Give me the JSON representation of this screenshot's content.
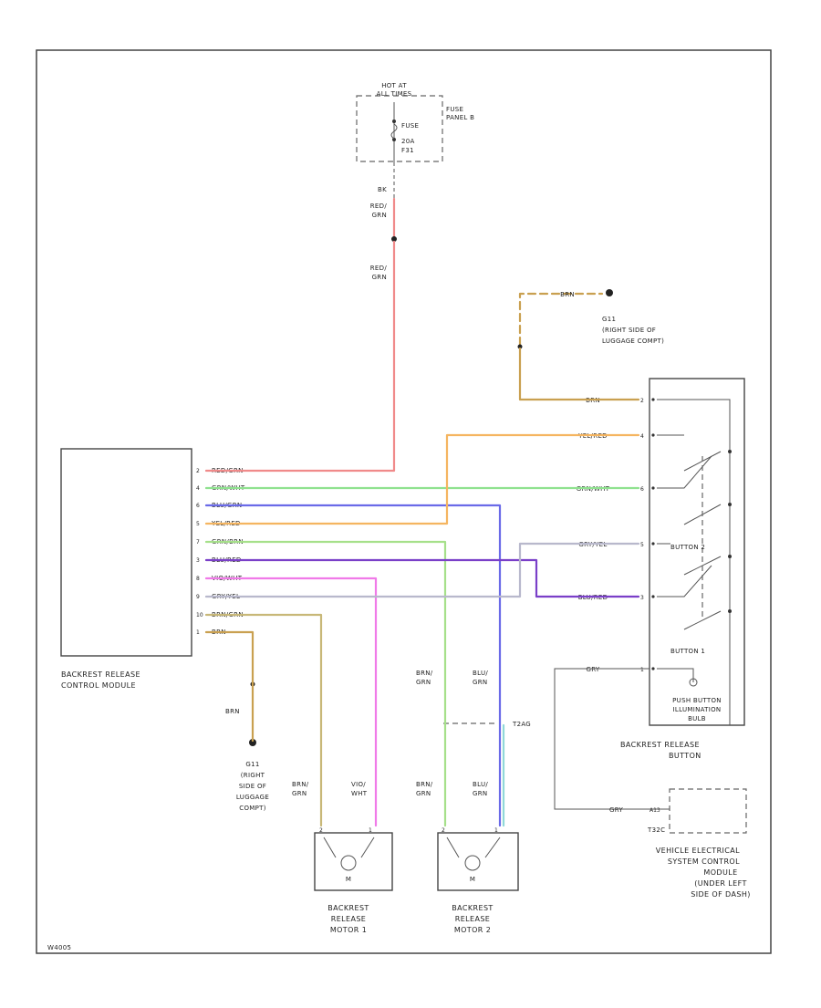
{
  "diagram": {
    "id": "W4005",
    "power": {
      "hot_label": [
        "HOT AT",
        "ALL TIMES"
      ],
      "fuse_label": [
        "FUSE",
        "20A",
        "F31"
      ],
      "fuse_panel": [
        "FUSE",
        "PANEL B"
      ],
      "wire_code_top": "BK",
      "wire1": [
        "RED/",
        "GRN"
      ],
      "wire2": [
        "RED/",
        "GRN"
      ]
    },
    "ground_top": {
      "wire": "BRN",
      "label": [
        "G11",
        "(RIGHT SIDE OF",
        "LUGGAGE COMPT)"
      ]
    },
    "ground_bottom": {
      "wire": "BRN",
      "label": [
        "G11",
        "(RIGHT",
        "SIDE OF",
        "LUGGAGE",
        "COMPT)"
      ]
    },
    "control_module": {
      "label": [
        "BACKREST RELEASE",
        "CONTROL MODULE"
      ],
      "pins": [
        "2",
        "4",
        "6",
        "5",
        "7",
        "3",
        "8",
        "9",
        "10",
        "1"
      ],
      "wires": [
        "RED/GRN",
        "GRN/WHT",
        "BLU/GRN",
        "YEL/RED",
        "GRN/BRN",
        "BLU/RED",
        "VIO/WHT",
        "GRY/YEL",
        "BRN/GRN",
        "BRN"
      ]
    },
    "button": {
      "label": [
        "BACKREST RELEASE",
        "BUTTON"
      ],
      "wires": [
        "BRN",
        "YEL/RED",
        "GRN/WHT",
        "GRY/YEL",
        "BLU/RED",
        "GRY"
      ],
      "pins": [
        "2",
        "4",
        "6",
        "5",
        "3",
        "1"
      ],
      "button2": "BUTTON 2",
      "button1": "BUTTON 1",
      "illum": [
        "PUSH BUTTON",
        "ILLUMINATION",
        "BULB"
      ]
    },
    "motor1": {
      "label": [
        "BACKREST",
        "RELEASE",
        "MOTOR 1"
      ],
      "wire_left": [
        "BRN/",
        "GRN"
      ],
      "wire_right": [
        "VIO/",
        "WHT"
      ],
      "pins": [
        "2",
        "1"
      ],
      "symbol": "M"
    },
    "motor2": {
      "label": [
        "BACKREST",
        "RELEASE",
        "MOTOR 2"
      ],
      "wire_left": [
        "BRN/",
        "GRN"
      ],
      "wire_right": [
        "BLU/",
        "GRN"
      ],
      "wire_left_upper": [
        "BRN/",
        "GRN"
      ],
      "wire_right_upper": [
        "BLU/",
        "GRN"
      ],
      "connector": "T2AG",
      "pins": [
        "2",
        "1"
      ],
      "symbol": "M"
    },
    "vesc": {
      "wire": "GRY",
      "pin": "A13",
      "conn": "T32C",
      "label": [
        "VEHICLE ELECTRICAL",
        "SYSTEM CONTROL",
        "MODULE",
        "(UNDER LEFT",
        "SIDE OF DASH)"
      ]
    },
    "colors": {
      "red_grn": "#f08a8a",
      "grn_wht": "#8fe28f",
      "blu_grn": "#8fb6e0",
      "yel_red": "#f5b560",
      "grn_brn": "#c8d68a",
      "blu_red": "#7a3fc8",
      "vio_wht": "#f07ae8",
      "gry_yel": "#b8b8cc",
      "brn_grn": "#c8b878",
      "brn": "#c9a050",
      "blu_motor": "#6a6ae8",
      "grn_motor": "#a6e08a",
      "blu_grn_motor": "#8fd8d8",
      "blu_red_btn": "#a070a8"
    }
  }
}
